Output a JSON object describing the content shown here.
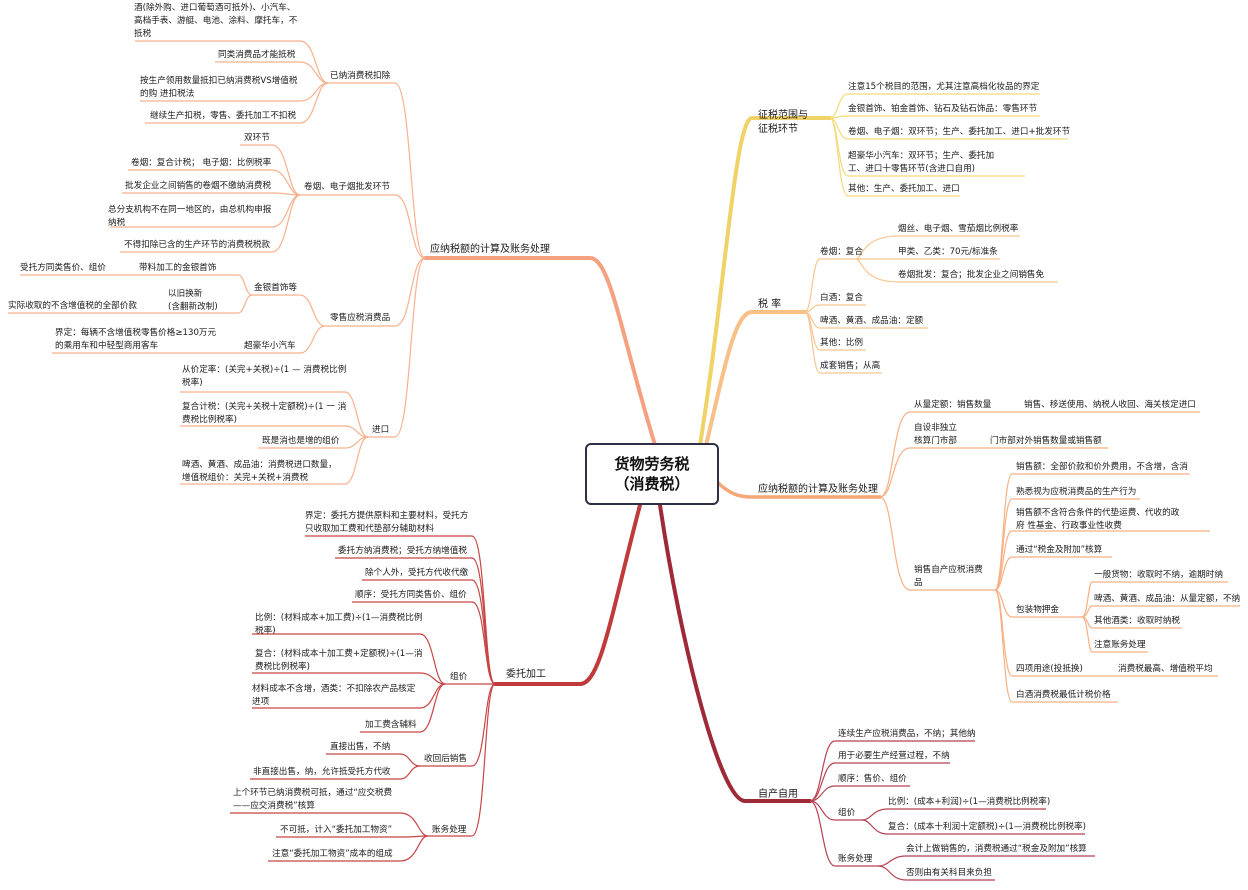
{
  "central": {
    "line1": "货物劳务税",
    "line2": "（消费税）"
  },
  "colors": {
    "yellow": "#f0d267",
    "orange1": "#f8bf86",
    "orange2": "#f6a777",
    "salmon": "#f5a080",
    "red": "#c03a3a",
    "darkred": "#9e2a38"
  },
  "right": {
    "scope": {
      "label_l1": "征税范围与",
      "label_l2": "征税环节",
      "items": [
        "注意15个税目的范围，尤其注意高档化妆品的界定",
        "金银首饰、铂金首饰、钻石及钻石饰品：零售环节",
        "卷烟、电子烟：双环节；生产、委托加工、进口+批发环节",
        "超豪华小汽车：双环节；生产、委托加",
        "工、进口十零售环节(含进口自用)",
        "其他：生产、委托加工、进口"
      ]
    },
    "rate": {
      "label": "税  率",
      "cig": "卷烟：复合",
      "cig_items": [
        "烟丝、电子烟、雪茄烟比例税率",
        "甲类、乙类：70元/标准条",
        "卷烟批发：复合；批发企业之间销售免"
      ],
      "baijiu": "白酒：复合",
      "beer": "啤酒、黄酒、成品油：定额",
      "other": "其他：比例",
      "highest": "成套销售；从高"
    },
    "calc": {
      "label": "应纳税额的计算及账务处理",
      "qty": "从量定额：销售数量",
      "qty_item": "销售、移送使用、纳税人收回、海关核定进口",
      "shop_l1": "自设非独立",
      "shop_l2": "核算门市部",
      "shop_item": "门市部对外销售数量或销售额",
      "self_l1": "销售自产应税消费",
      "self_l2": "品",
      "s1": "销售额：全部价款和价外费用，不含增，含消",
      "s2": "熟悉视为应税消费品的生产行为",
      "s3_l1": "销售额不含符合条件的代垫运费、代收的政",
      "s3_l2": "府 性基金、行政事业性收费",
      "s4": "通过“税金及附加”核算",
      "pack": "包装物押金",
      "p1": "一般货物：收取时不纳，逾期时纳",
      "p2": "啤酒、黄酒、成品油：从量定额，不纳",
      "p3": "其他酒类：收取时纳税",
      "p4": "注意账务处理",
      "four": "四项用途(投抵换)",
      "four_item": "消费税最高、增值税平均",
      "baijiu_min": "白酒消费税最低计税价格"
    },
    "selfuse": {
      "label": "自产自用",
      "u1": "连续生产应税消费品，不纳；其他纳",
      "u2": "用于必要生产经营过程，不纳",
      "u3": "顺序：售价、组价",
      "group": "组价",
      "g1": "比例：(成本+利润)÷(1—消费税比例税率)",
      "g2": "复合：(成本十利润十定额税)÷(1—消费税比例税率)",
      "acct": "账务处理",
      "a1": "会计上做销售的，消费税通过“税金及附加”核算",
      "a2": "否则由有关科目来负担"
    }
  },
  "left": {
    "calc": {
      "label": "应纳税额的计算及账务处理",
      "deduct": {
        "label": "已纳消费税扣除",
        "i1_l1": "酒(除外购、进口葡萄酒可抵外)、小汽车、",
        "i1_l2": "高档手表、游艇、电池、涂料、摩托车，不",
        "i1_l3": "抵税",
        "i2": "同类消费品才能抵税",
        "i3_l1": "按生产领用数量抵扣已纳消费税VS增值税",
        "i3_l2": "的购 进扣税法",
        "i4": "继续生产扣税，零售、委托加工不扣税"
      },
      "wholesale": {
        "label": "卷烟、电子烟批发环节",
        "i1": "双环节",
        "i2": "卷烟：复合计税；  电子烟：比例税率",
        "i3": "批发企业之间销售的卷烟不缴纳消费税",
        "i4_l1": "总分支机构不在同一地区的，由总机构申报",
        "i4_l2": "纳税",
        "i5": "不得扣除已含的生产环节的消费税税款"
      },
      "retail": {
        "label": "零售应税消费品",
        "jewelry": "金银首饰等",
        "proc": "带料加工的金银首饰",
        "proc_item": "受托方同类售价、组价",
        "exch_l1": "以旧换新",
        "exch_l2": "(含翻新改制)",
        "exch_item": "实际收取的不含增值税的全部价款",
        "luxury": "超豪华小汽车",
        "lux_l1": "界定：每辆不含增值税零售价格≥130万元",
        "lux_l2": "的乘用车和中轻型商用客车"
      },
      "import": {
        "label": "进口",
        "i1_l1": "从价定率：(关完+关税)÷(1 — 消费税比例",
        "i1_l2": "税率)",
        "i2_l1": "复合计税：(关完+关税十定额税)÷(1 一 消",
        "i2_l2": "费税比例税率)",
        "i3": "既是消也是增的组价",
        "i4_l1": "啤酒、黄酒、成品油：消费税进口数量，",
        "i4_l2": "增值税组价：关完+关税+消费税"
      }
    },
    "entrust": {
      "label": "委托加工",
      "e1_l1": "界定：委托方提供原料和主要材料，受托方",
      "e1_l2": "只收取加工费和代垫部分辅助材料",
      "e2": "委托方纳消费税；受托方纳增值税",
      "e3": "除个人外，受托方代收代缴",
      "e4": "顺序：受托方同类售价、组价",
      "group": "组价",
      "g1_l1": "比例：(材料成本+加工费)÷(1—消费税比例",
      "g1_l2": "税率)",
      "g2_l1": "复合：(材料成本十加工费+定额税)÷(1—消",
      "g2_l2": "费税比例税率)",
      "g3_l1": "材料成本不含增，酒类：不扣除农产品核定",
      "g3_l2": "进项",
      "g4": "加工费含辅料",
      "sale": "收回后销售",
      "s1": "直接出售，不纳",
      "s2": "非直接出售，纳，允许抵受托方代收",
      "acct": "账务处理",
      "a1_l1": "上个环节已纳消费税可抵，通过“应交税费",
      "a1_l2": "——应交消费税”核算",
      "a2": "不可抵，计入“委托加工物资”",
      "a3": "注意“委托加工物资”成本的组成"
    }
  }
}
